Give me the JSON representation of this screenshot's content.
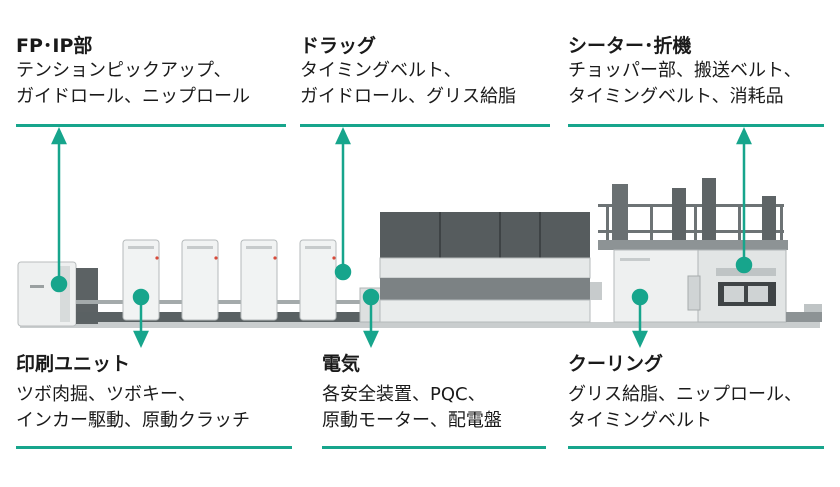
{
  "labels": {
    "fp_ip": {
      "title": "FP･IP部",
      "lines": [
        "テンションピックアップ、",
        "ガイドロール、ニップロール"
      ]
    },
    "drag": {
      "title": "ドラッグ",
      "lines": [
        "タイミングベルト、",
        "ガイドロール、グリス給脂"
      ]
    },
    "sheeter": {
      "title": "シーター･折機",
      "lines": [
        "チョッパー部、搬送ベルト、",
        "タイミングベルト、消耗品"
      ]
    },
    "printing": {
      "title": "印刷ユニット",
      "lines": [
        "ツボ肉掘、ツボキー、",
        "インカー駆動、原動クラッチ"
      ]
    },
    "electric": {
      "title": "電気",
      "lines": [
        "各安全装置、PQC、",
        "原動モーター、配電盤"
      ]
    },
    "cooling": {
      "title": "クーリング",
      "lines": [
        "グリス給脂、ニップロール、",
        "タイミングベルト"
      ]
    }
  },
  "colors": {
    "accent": "#17a58c",
    "machine_light": "#e9ecec",
    "machine_dark": "#4a4f51",
    "machine_mid": "#8b9193"
  }
}
